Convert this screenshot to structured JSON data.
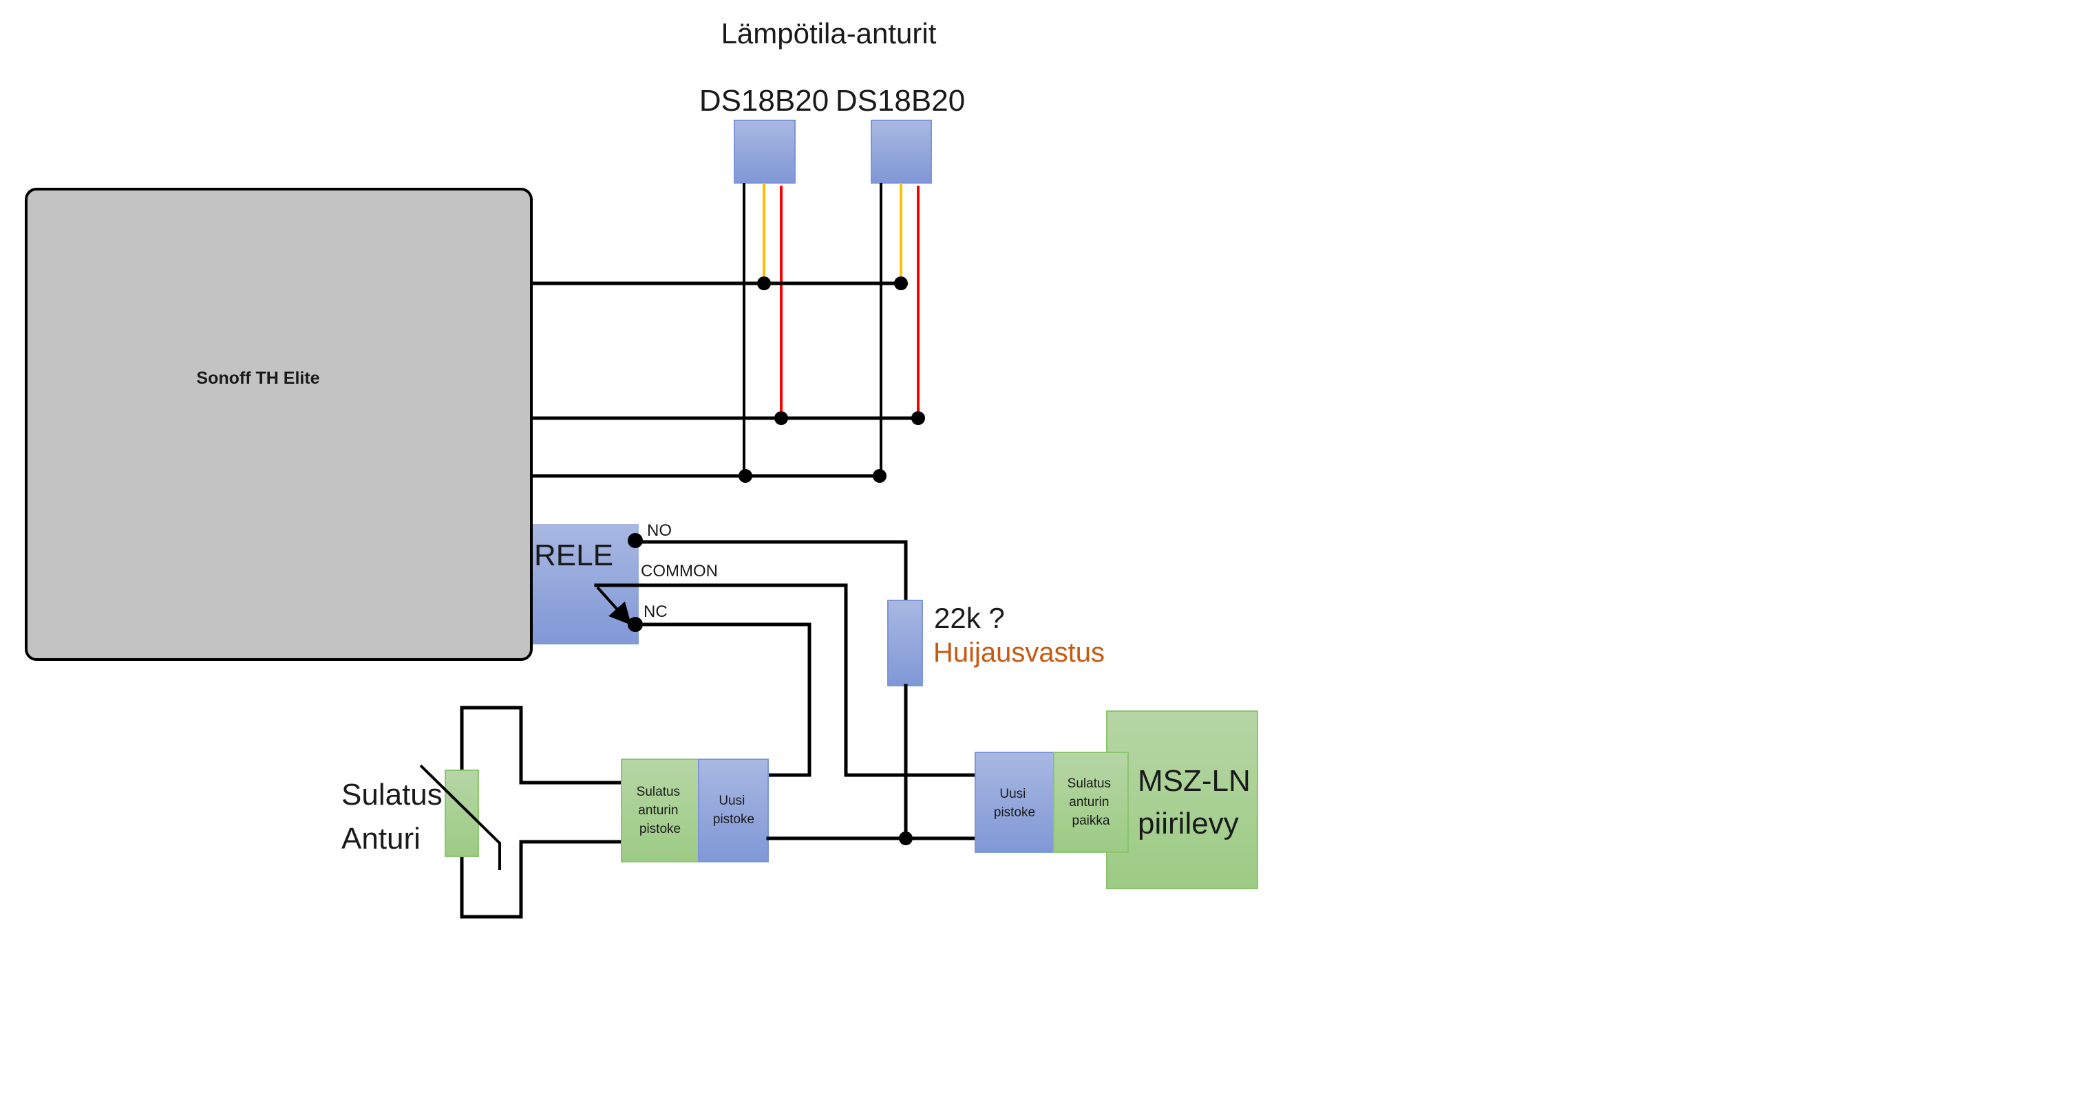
{
  "title": "Lämpötila-anturit",
  "colors": {
    "wire_black": "#000000",
    "wire_yellow": "#FFC000",
    "wire_red": "#FF0000",
    "controller_fill": "#C3C3C3",
    "block_blue": "#8FA5DB",
    "block_green": "#A8D08D",
    "note_orange": "#C55A11"
  },
  "controller": {
    "label": "Sonoff TH Elite"
  },
  "temperature_sensors": [
    {
      "label": "DS18B20",
      "wires": [
        "black",
        "yellow",
        "red"
      ]
    },
    {
      "label": "DS18B20",
      "wires": [
        "black",
        "yellow",
        "red"
      ]
    }
  ],
  "relay": {
    "label": "RELE",
    "terminals": {
      "no": "NO",
      "common": "COMMON",
      "nc": "NC"
    }
  },
  "resistor": {
    "value": "22k ?",
    "note": "Huijausvastus"
  },
  "defrost_sensor": {
    "label_line1": "Sulatus",
    "label_line2": "Anturi"
  },
  "sensor_plug": {
    "original": [
      "Sulatus",
      "anturin",
      "pistoke"
    ],
    "new": [
      "Uusi",
      "pistoke"
    ]
  },
  "board_side": {
    "new": [
      "Uusi",
      "pistoke"
    ],
    "socket": [
      "Sulatus",
      "anturin",
      "paikka"
    ]
  },
  "board": {
    "label_line1": "MSZ-LN",
    "label_line2": "piirilevy"
  }
}
